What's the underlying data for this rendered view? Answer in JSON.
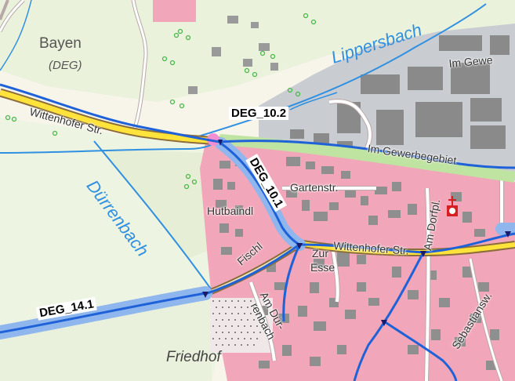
{
  "places": {
    "bayen": "Bayen",
    "bayen_sub": "(DEG)",
    "friedhof": "Friedhof"
  },
  "waters": {
    "lippersbach": "Lippersbach",
    "duerrenbach": "Dürrenbach"
  },
  "streets": {
    "im_gewe": "Im Gewe",
    "im_gewerbegebiet": "Im Gewerbegebiet",
    "wittenhofer_str_left": "Wittenhofer Str.",
    "wittenhofer_str_right": "Wittenhofer Str.",
    "gartenstr": "Gartenstr.",
    "hutbaindl": "Hutbaindl",
    "zur_esse_1": "Zur",
    "zur_esse_2": "Esse",
    "am_duerrenbach_1": "Am Dür-",
    "am_duerrenbach_2": "renbach",
    "fischl": "Fischl",
    "am_dorfpl": "Am Dorfpl.",
    "sebastiansw": "Sebastiansw."
  },
  "segments": {
    "deg_10_2": "DEG_10.2",
    "deg_10_1": "DEG_10.1",
    "deg_14_1": "DEG_14.1"
  },
  "colors": {
    "background": "#f7f4ea",
    "forest": "#e3efd4",
    "settlement": "#f2a6b9",
    "industrial": "#c9cdd2",
    "building": "#8f8f8f",
    "water": "#2f8fe0",
    "segment_line": "#1f62d8",
    "segment_halo": "#8fb7ee",
    "main_road_fill": "#ffe23a",
    "main_road_casing": "#8a6d3b",
    "street_casing": "#c7b8b8"
  },
  "icons": [
    "church-icon",
    "forest-dot-icon",
    "node-marker-icon"
  ]
}
